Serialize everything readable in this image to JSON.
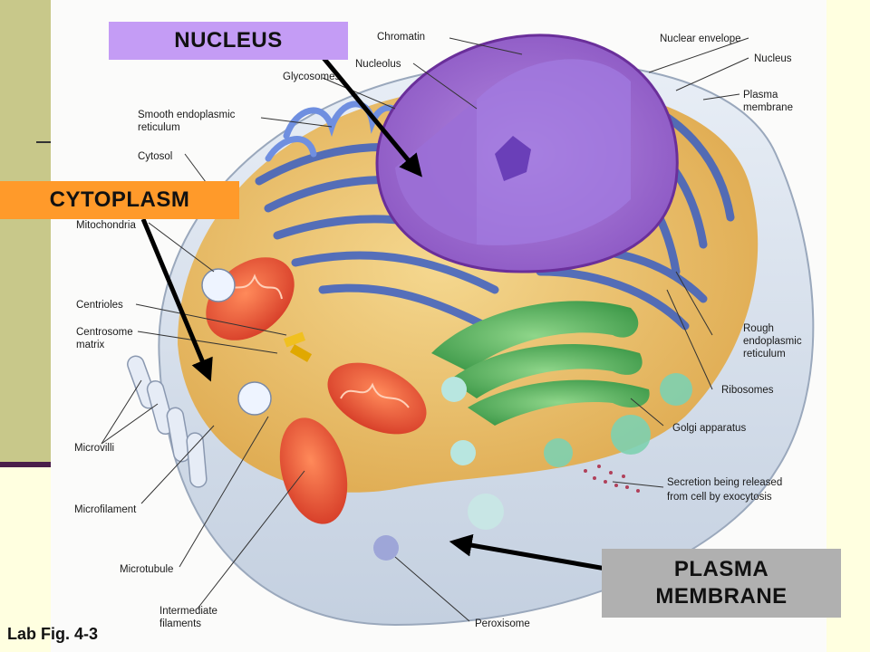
{
  "callouts": {
    "nucleus": "NUCLEUS",
    "cytoplasm": "CYTOPLASM",
    "plasma_line1": "PLASMA",
    "plasma_line2": "MEMBRANE"
  },
  "caption": "Lab Fig. 4-3",
  "labels": {
    "chromatin": "Chromatin",
    "nuclear_envelope": "Nuclear envelope",
    "nucleolus": "Nucleolus",
    "nucleus": "Nucleus",
    "glycosomes": "Glycosomes",
    "plasma_membrane_1": "Plasma",
    "plasma_membrane_2": "membrane",
    "smooth_er_1": "Smooth endoplasmic",
    "smooth_er_2": "reticulum",
    "cytosol": "Cytosol",
    "mitochondria": "Mitochondria",
    "centrioles": "Centrioles",
    "centrosome_1": "Centrosome",
    "centrosome_2": "matrix",
    "microvilli": "Microvilli",
    "microfilament": "Microfilament",
    "microtubule": "Microtubule",
    "intermediate_1": "Intermediate",
    "intermediate_2": "filaments",
    "rough_er_1": "Rough",
    "rough_er_2": "endoplasmic",
    "rough_er_3": "reticulum",
    "ribosomes": "Ribosomes",
    "golgi": "Golgi apparatus",
    "secretion_1": "Secretion being released",
    "secretion_2": "from cell by exocytosis",
    "peroxisome": "Peroxisome"
  },
  "colors": {
    "nucleus_callout": "#c49cf5",
    "cytoplasm_callout": "#ff9a2a",
    "plasma_callout": "#b0b0b0",
    "slide_background": "#ffffe0"
  }
}
